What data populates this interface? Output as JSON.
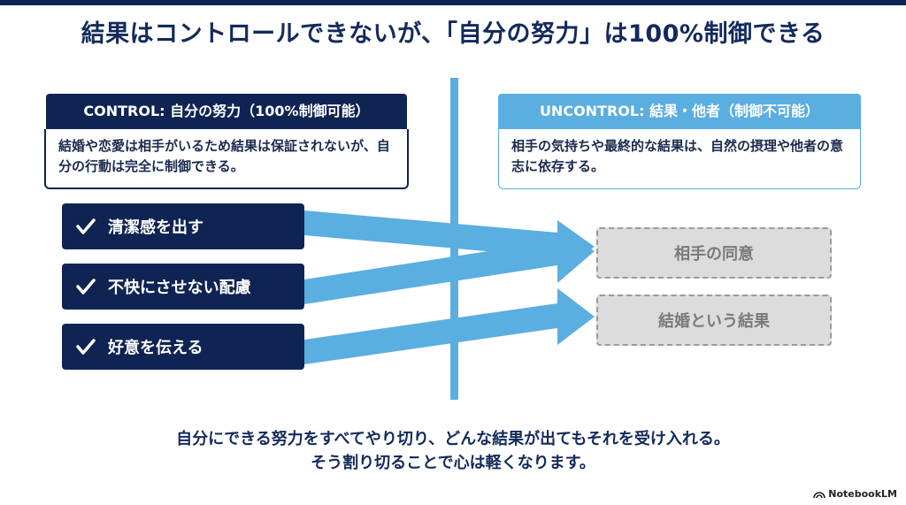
{
  "title": "結果はコントロールできないが、「自分の努力」は100%制御できる",
  "control": {
    "heading": "CONTROL: 自分の努力（100%制御可能）",
    "description": "結婚や恋愛は相手がいるため結果は保証されないが、自分の行動は完全に制御できる。"
  },
  "uncontrol": {
    "heading": "UNCONTROL: 結果・他者（制御不可能）",
    "description": "相手の気持ちや最終的な結果は、自然の摂理や他者の意志に依存する。"
  },
  "actions": [
    {
      "label": "清潔感を出す",
      "icon": "check-icon"
    },
    {
      "label": "不快にさせない配慮",
      "icon": "check-icon"
    },
    {
      "label": "好意を伝える",
      "icon": "check-icon"
    }
  ],
  "outcomes": [
    {
      "label": "相手の同意"
    },
    {
      "label": "結婚という結果"
    }
  ],
  "conclusion": {
    "line1": "自分にできる努力をすべてやり切り、どんな結果が出てもそれを受け入れる。",
    "line2": "そう割り切ることで心は軽くなります。"
  },
  "brand": "NotebookLM",
  "colors": {
    "navy": "#0f2453",
    "light_blue": "#5aaee0",
    "outcome_fill": "#dcdcdc",
    "outcome_text": "#7a7a7a"
  }
}
